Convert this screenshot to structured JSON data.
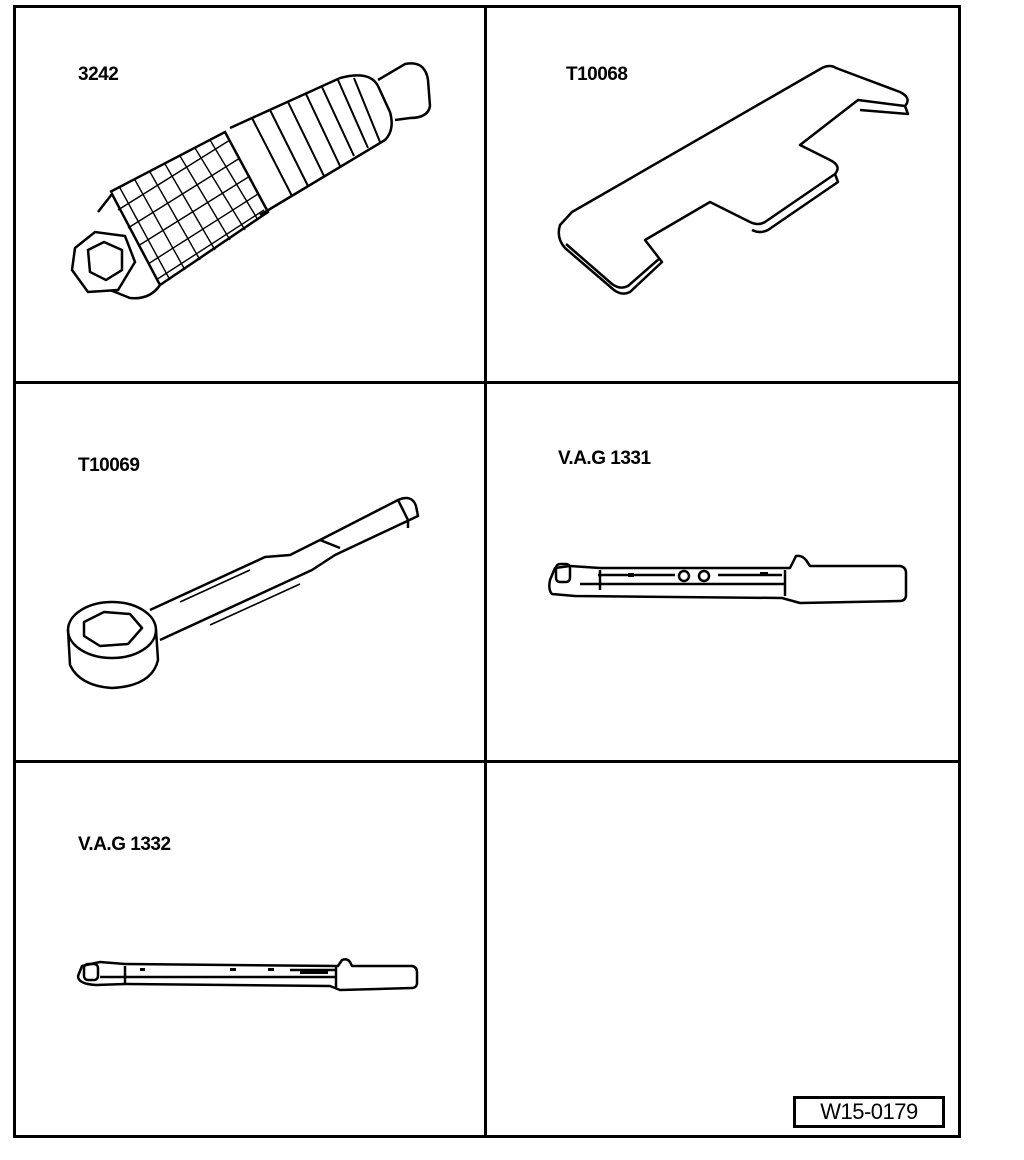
{
  "tools": [
    {
      "label": "3242",
      "icon": "threaded-pin-icon"
    },
    {
      "label": "T10068",
      "icon": "locking-plate-icon"
    },
    {
      "label": "T10069",
      "icon": "ring-spanner-icon"
    },
    {
      "label": "V.A.G 1331",
      "icon": "torque-wrench-icon"
    },
    {
      "label": "V.A.G 1332",
      "icon": "torque-wrench-icon"
    }
  ],
  "reference": "W15-0179"
}
